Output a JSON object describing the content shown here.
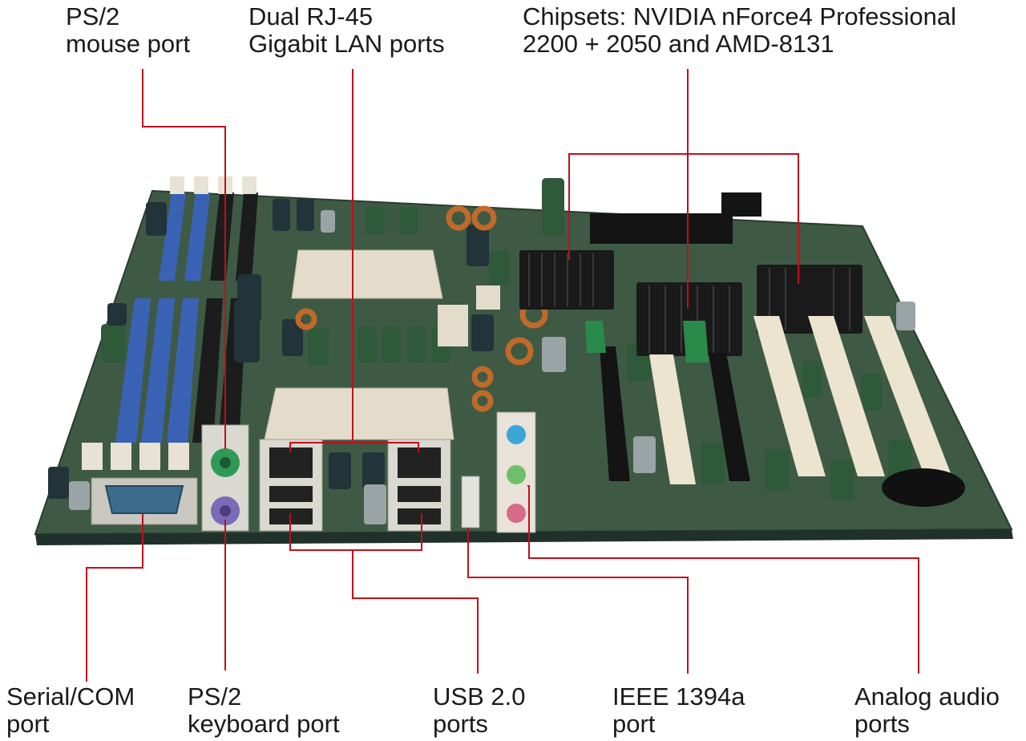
{
  "callouts": {
    "ps2_mouse": {
      "line1": "PS/2",
      "line2": "mouse port"
    },
    "rj45": {
      "line1": "Dual RJ-45",
      "line2": "Gigabit LAN ports"
    },
    "chipsets": {
      "line1": "Chipsets: NVIDIA nForce4 Professional",
      "line2": "2200 + 2050 and AMD-8131"
    },
    "serial": {
      "line1": "Serial/COM",
      "line2": "port"
    },
    "ps2_keyboard": {
      "line1": "PS/2",
      "line2": "keyboard port"
    },
    "usb": {
      "line1": "USB 2.0",
      "line2": "ports"
    },
    "ieee1394": {
      "line1": "IEEE 1394a",
      "line2": "port"
    },
    "audio": {
      "line1": "Analog audio",
      "line2": "ports"
    }
  },
  "colors": {
    "leader_line": "#c0101a",
    "pcb": "#3e5a44",
    "dimm_blue": "#3a62b4",
    "dimm_black": "#1c1c1c",
    "ps2_mouse": "#2e9a55",
    "ps2_keyboard": "#7a6ab8",
    "serial": "#3b6c8e",
    "audio_blue": "#3aa6d6",
    "audio_green": "#6fbf6a",
    "audio_pink": "#d66a8a"
  }
}
